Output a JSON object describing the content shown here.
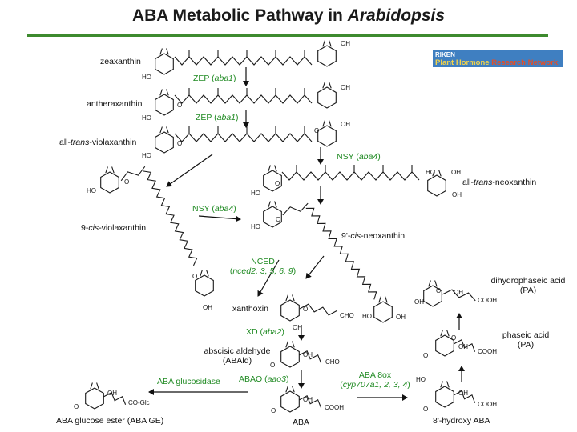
{
  "slide": {
    "title_prefix": "ABA Metabolic Pathway in ",
    "title_italic": "Arabidopsis"
  },
  "logo": {
    "riken": "RIKEN",
    "text_plant": "Plant Hormone",
    "text_research": " Research Network",
    "colors": {
      "bg": "#3f7fc1",
      "plant": "#f2d34a",
      "research": "#e04f2a",
      "riken": "#ffffff"
    }
  },
  "compounds": {
    "zeaxanthin": "zeaxanthin",
    "antheraxanthin": "antheraxanthin",
    "all_trans_vx_pre": "all-",
    "all_trans_vx_it": "trans",
    "all_trans_vx_post": "-violaxanthin",
    "nine_cis_vx_pre": "9-",
    "nine_cis_vx_it": "cis",
    "nine_cis_vx_post": "-violaxanthin",
    "all_trans_nx_pre": "all-",
    "all_trans_nx_it": "trans",
    "all_trans_nx_post": "-neoxanthin",
    "nine_cis_nx_pre": "9'-",
    "nine_cis_nx_it": "cis",
    "nine_cis_nx_post": "-neoxanthin",
    "xanthoxin": "xanthoxin",
    "abald_1": "abscisic aldehyde",
    "abald_2": "(ABAld)",
    "aba": "ABA",
    "aba_ge": "ABA glucose ester (ABA GE)",
    "hydroxy_aba": "8'-hydroxy ABA",
    "pa_1": "phaseic acid",
    "pa_2": "(PA)",
    "dpa_1": "dihydrophaseic acid",
    "dpa_2": "(PA)"
  },
  "enzymes": {
    "zep1_pre": "ZEP (",
    "zep1_it": "aba1",
    "zep1_post": ")",
    "zep2_pre": "ZEP (",
    "zep2_it": "aba1",
    "zep2_post": ")",
    "nsy1_pre": "NSY (",
    "nsy1_it": "aba4",
    "nsy1_post": ")",
    "nsy2_pre": "NSY (",
    "nsy2_it": "aba4",
    "nsy2_post": ")",
    "nced_1": "NCED",
    "nced_2_pre": "(",
    "nced_2_it": "nced2, 3, 5, 6, 9",
    "nced_2_post": ")",
    "xd_pre": "XD (",
    "xd_it": "aba2",
    "xd_post": ")",
    "abao_pre": "ABAO (",
    "abao_it": "aao3",
    "abao_post": ")",
    "glucosidase": "ABA glucosidase",
    "aba8ox_1": "ABA 8ox",
    "aba8ox_2_pre": "(",
    "aba8ox_2_it": "cyp707a1, 2, 3, 4",
    "aba8ox_2_post": ")"
  },
  "atoms": {
    "oh": "OH",
    "ho": "HO",
    "o": "O",
    "cho": "CHO",
    "cooh": "COOH",
    "oglc": "CO-Glc"
  },
  "colors": {
    "accent_rule": "#3d8a2e",
    "enzyme_text": "#1f8a22",
    "structure": "#1a1a1a"
  }
}
